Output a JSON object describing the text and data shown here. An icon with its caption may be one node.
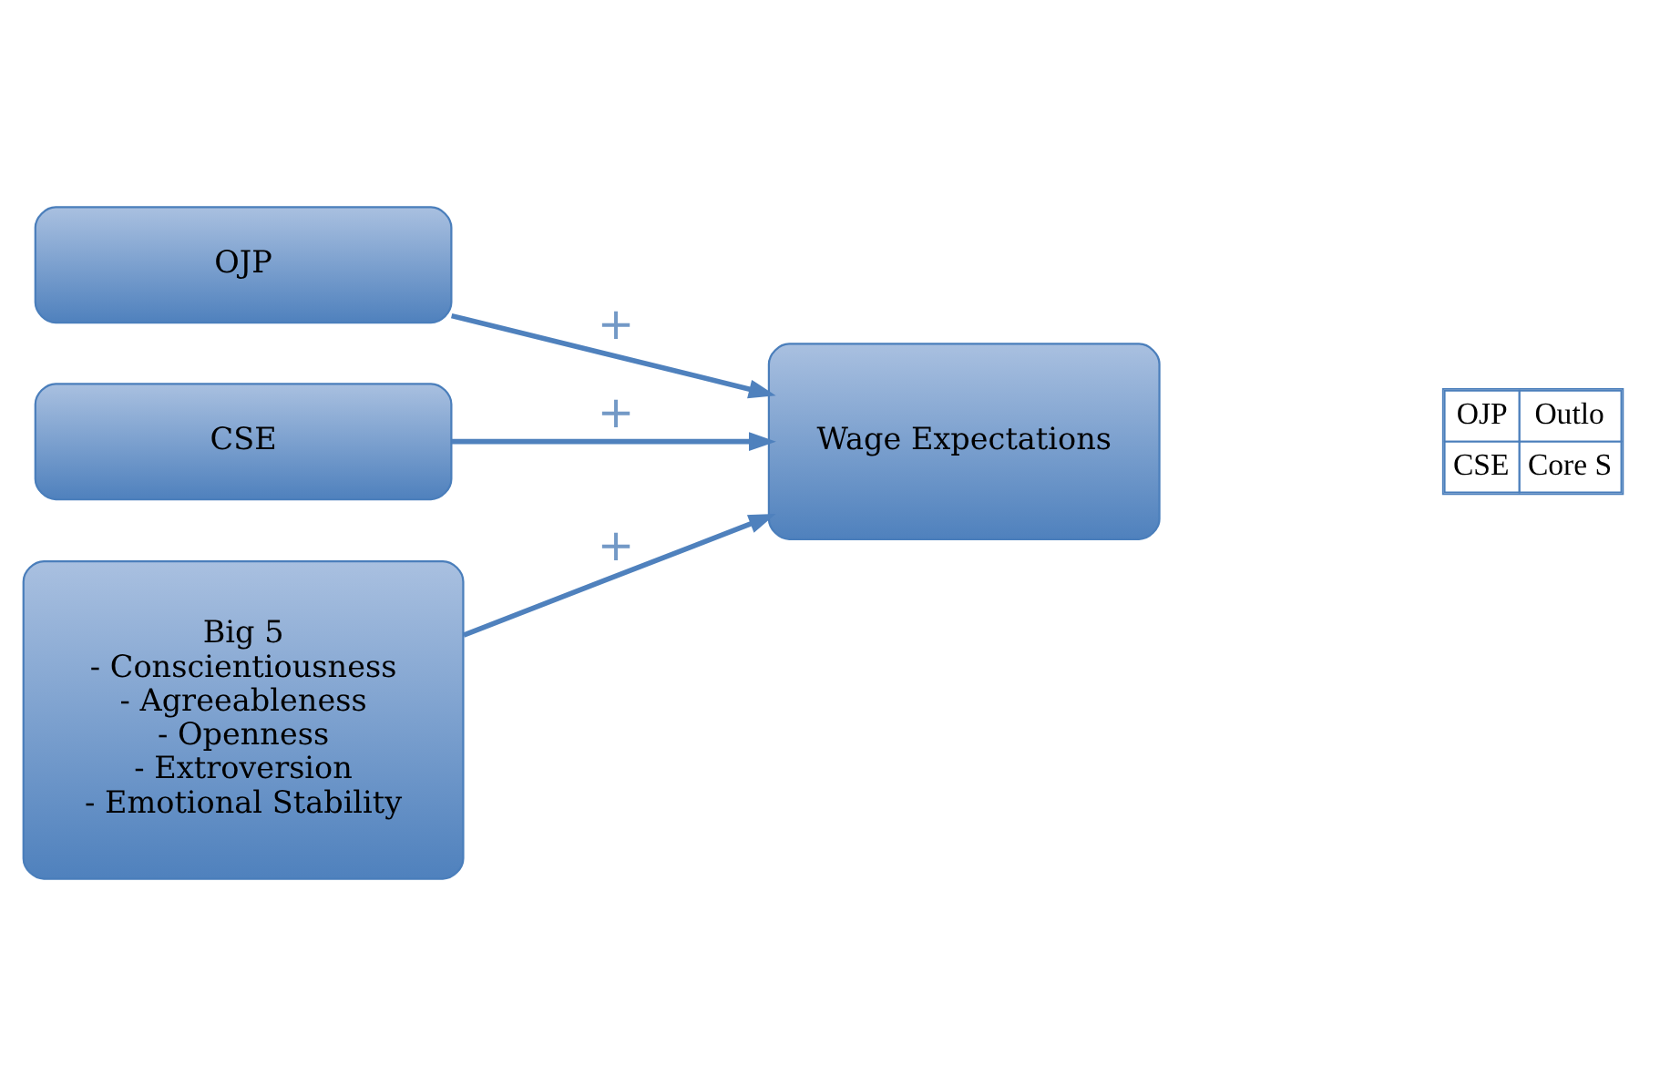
{
  "diagram": {
    "nodes": [
      {
        "text": [
          "OJP"
        ]
      },
      {
        "text": [
          "CSE"
        ]
      },
      {
        "text": [
          "Big 5",
          "- Conscientiousness",
          "- Agreeableness",
          "- Openness",
          "- Extroversion",
          "- Emotional Stability"
        ]
      },
      {
        "text": [
          "Wage Expectations"
        ]
      }
    ],
    "edges": [
      {
        "from": 0,
        "to": 3,
        "arrow": "to",
        "label": "+"
      },
      {
        "from": 1,
        "to": 3,
        "arrow": "to",
        "label": "+"
      },
      {
        "from": 2,
        "to": 3,
        "arrow": "to",
        "label": "+"
      }
    ],
    "labels": [
      "OJP",
      "Outlo",
      "CSE",
      "Core S"
    ]
  }
}
